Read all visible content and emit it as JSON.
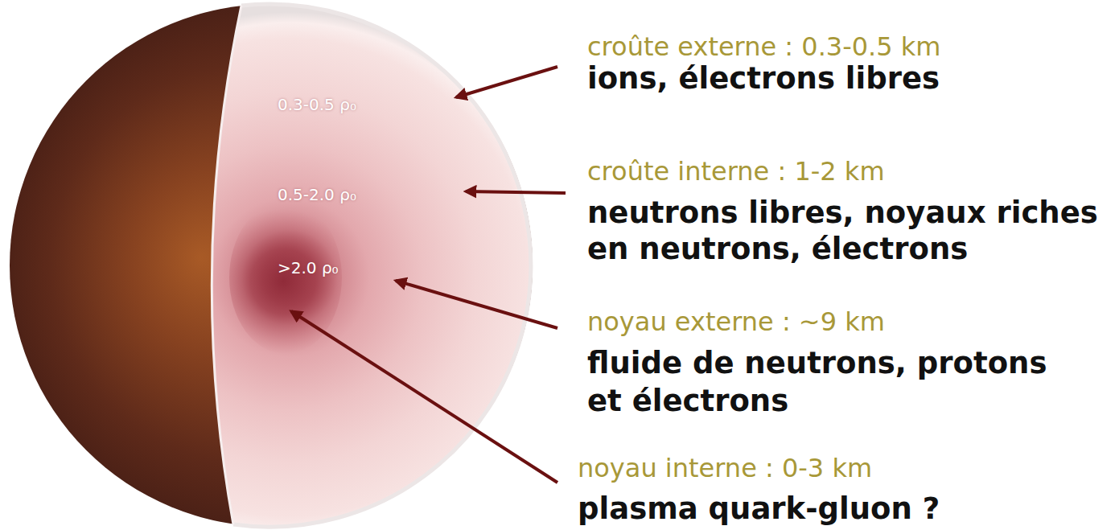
{
  "diagram": {
    "labels": [
      "croûte externe : 0.3-0.5 km",
      "ions, électrons libres",
      "croûte interne : 1-2 km",
      "neutrons libres, noyaux riches en neutrons, électrons",
      "noyau externe : ~9 km",
      "fluide de neutrons, protons et électrons",
      "noyau interne : 0-3 km",
      "plasma quark-gluon ?",
      "0.3-0.5 ρ₀",
      "0.5-2.0 ρ₀",
      ">2.0 ρ₀"
    ]
  }
}
